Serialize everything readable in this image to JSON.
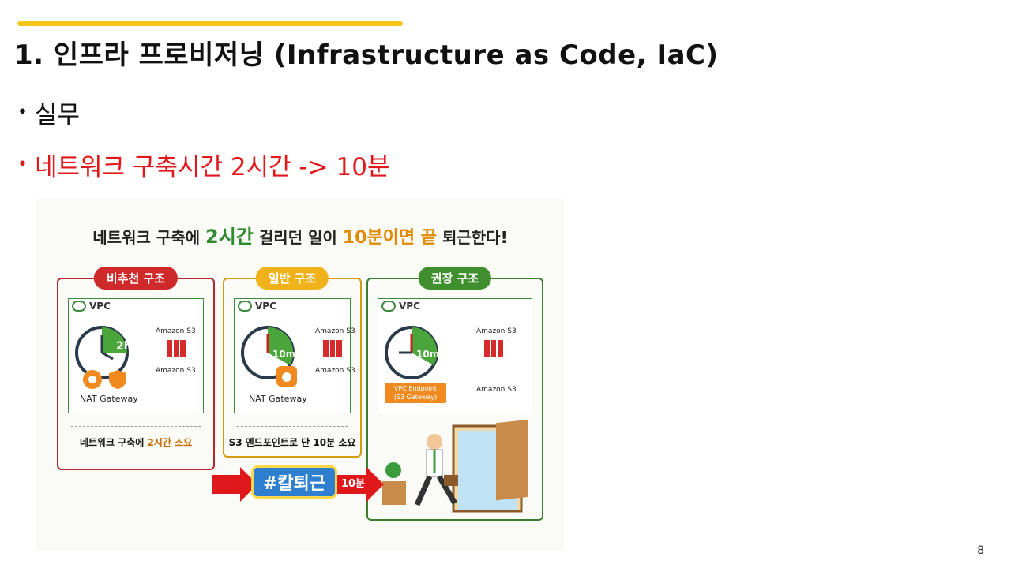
{
  "slide": {
    "title": "1. 인프라 프로비저닝 (Infrastructure as Code, IaC)",
    "page_number": "8"
  },
  "bullets": [
    {
      "text": "실무",
      "color": "#111111"
    },
    {
      "text": "네트워크 구축시간 2시간 -> 10분",
      "color": "#e0181b"
    }
  ],
  "infographic": {
    "headline_prefix": "네트워크 구축에 ",
    "headline_time": "2시간",
    "headline_mid": " 걸리던 일이 ",
    "headline_ten": "10분이면 끝",
    "headline_suffix": " 퇴근한다!",
    "panels": [
      {
        "badge": "비추천 구조",
        "vpc_label": "VPC",
        "clock_label": "2h",
        "s3_top": "Amazon S3",
        "s3_bottom": "Amazon S3",
        "nat_label": "NAT Gateway",
        "footer_prefix": "네트워크 구축에 ",
        "footer_highlight": "2시간 소요"
      },
      {
        "badge": "일반 구조",
        "vpc_label": "VPC",
        "clock_label": "10m",
        "s3_top": "Amazon S3",
        "s3_bottom": "Amazon S3",
        "nat_label": "NAT Gateway",
        "footer": "S3 엔드포인트로 단 10분 소요"
      },
      {
        "badge": "권장 구조",
        "vpc_label": "VPC",
        "clock_label": "10m",
        "s3_top": "Amazon S3",
        "s3_bottom": "Amazon S3",
        "endpoint_line1": "VPC Endpoint",
        "endpoint_line2": "(S3 Gateway)"
      }
    ],
    "hashtag": "#칼퇴근",
    "arrow_label": "10분"
  },
  "colors": {
    "accent_bar": "#f5c518",
    "bullet_red": "#e0181b",
    "panel_red": "#cf2a2a",
    "panel_yellow": "#f0b21a",
    "panel_green": "#3f8f2e"
  }
}
